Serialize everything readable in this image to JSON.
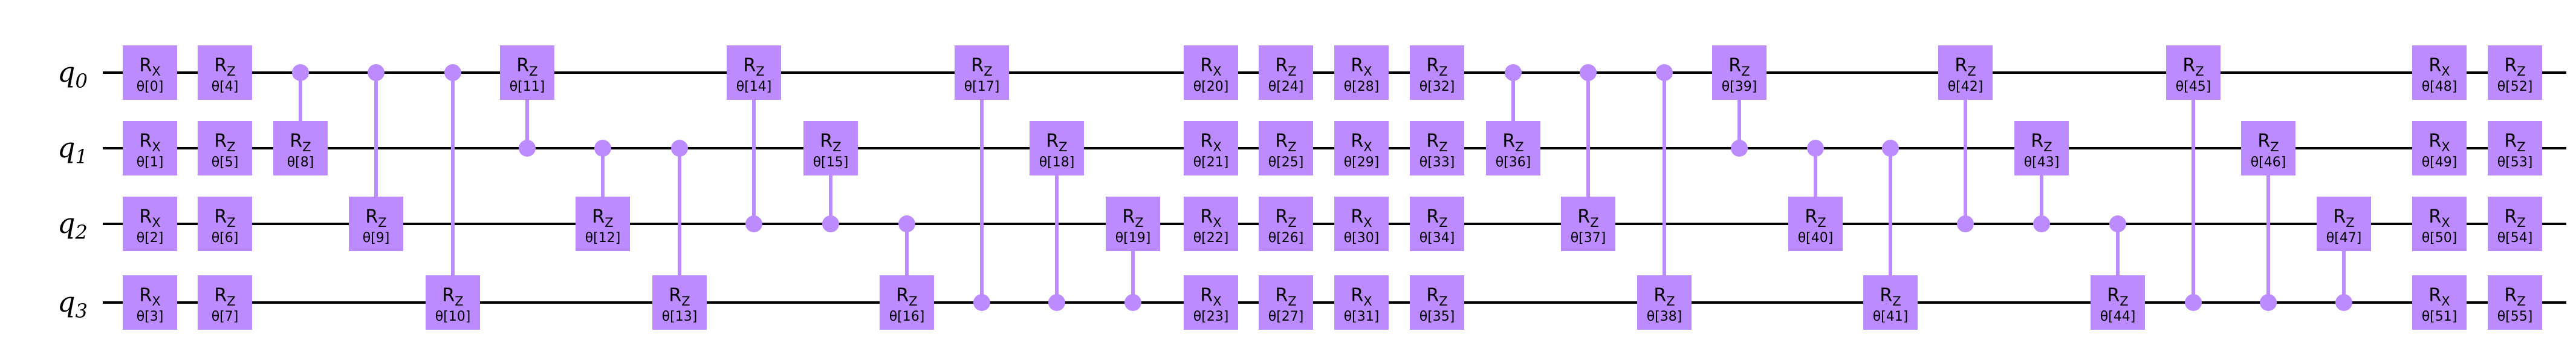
{
  "circuit": {
    "gate_color": "#bb8bff",
    "gate_edge_color": "#bb8bff",
    "control_color": "#bb8bff",
    "wire_color": "#000000",
    "text_color": "#000000",
    "background": "#ffffff",
    "qubits": [
      {
        "base": "q",
        "index": "0"
      },
      {
        "base": "q",
        "index": "1"
      },
      {
        "base": "q",
        "index": "2"
      },
      {
        "base": "q",
        "index": "3"
      }
    ],
    "layers": [
      [
        {
          "t": "rx",
          "q": 0,
          "p": "θ[0]"
        },
        {
          "t": "rx",
          "q": 1,
          "p": "θ[1]"
        },
        {
          "t": "rx",
          "q": 2,
          "p": "θ[2]"
        },
        {
          "t": "rx",
          "q": 3,
          "p": "θ[3]"
        }
      ],
      [
        {
          "t": "rz",
          "q": 0,
          "p": "θ[4]"
        },
        {
          "t": "rz",
          "q": 1,
          "p": "θ[5]"
        },
        {
          "t": "rz",
          "q": 2,
          "p": "θ[6]"
        },
        {
          "t": "rz",
          "q": 3,
          "p": "θ[7]"
        }
      ],
      [
        {
          "t": "crz",
          "c": 0,
          "q": 1,
          "p": "θ[8]"
        }
      ],
      [
        {
          "t": "crz",
          "c": 0,
          "q": 2,
          "p": "θ[9]"
        }
      ],
      [
        {
          "t": "crz",
          "c": 0,
          "q": 3,
          "p": "θ[10]"
        }
      ],
      [
        {
          "t": "crz",
          "c": 1,
          "q": 0,
          "p": "θ[11]"
        }
      ],
      [
        {
          "t": "crz",
          "c": 1,
          "q": 2,
          "p": "θ[12]"
        }
      ],
      [
        {
          "t": "crz",
          "c": 1,
          "q": 3,
          "p": "θ[13]"
        }
      ],
      [
        {
          "t": "crz",
          "c": 2,
          "q": 0,
          "p": "θ[14]"
        }
      ],
      [
        {
          "t": "crz",
          "c": 2,
          "q": 1,
          "p": "θ[15]"
        }
      ],
      [
        {
          "t": "crz",
          "c": 2,
          "q": 3,
          "p": "θ[16]"
        }
      ],
      [
        {
          "t": "crz",
          "c": 3,
          "q": 0,
          "p": "θ[17]"
        }
      ],
      [
        {
          "t": "crz",
          "c": 3,
          "q": 1,
          "p": "θ[18]"
        }
      ],
      [
        {
          "t": "crz",
          "c": 3,
          "q": 2,
          "p": "θ[19]"
        }
      ],
      [
        {
          "t": "rx",
          "q": 0,
          "p": "θ[20]"
        },
        {
          "t": "rx",
          "q": 1,
          "p": "θ[21]"
        },
        {
          "t": "rx",
          "q": 2,
          "p": "θ[22]"
        },
        {
          "t": "rx",
          "q": 3,
          "p": "θ[23]"
        }
      ],
      [
        {
          "t": "rz",
          "q": 0,
          "p": "θ[24]"
        },
        {
          "t": "rz",
          "q": 1,
          "p": "θ[25]"
        },
        {
          "t": "rz",
          "q": 2,
          "p": "θ[26]"
        },
        {
          "t": "rz",
          "q": 3,
          "p": "θ[27]"
        }
      ],
      [
        {
          "t": "rx",
          "q": 0,
          "p": "θ[28]"
        },
        {
          "t": "rx",
          "q": 1,
          "p": "θ[29]"
        },
        {
          "t": "rx",
          "q": 2,
          "p": "θ[30]"
        },
        {
          "t": "rx",
          "q": 3,
          "p": "θ[31]"
        }
      ],
      [
        {
          "t": "rz",
          "q": 0,
          "p": "θ[32]"
        },
        {
          "t": "rz",
          "q": 1,
          "p": "θ[33]"
        },
        {
          "t": "rz",
          "q": 2,
          "p": "θ[34]"
        },
        {
          "t": "rz",
          "q": 3,
          "p": "θ[35]"
        }
      ],
      [
        {
          "t": "crz",
          "c": 0,
          "q": 1,
          "p": "θ[36]"
        }
      ],
      [
        {
          "t": "crz",
          "c": 0,
          "q": 2,
          "p": "θ[37]"
        }
      ],
      [
        {
          "t": "crz",
          "c": 0,
          "q": 3,
          "p": "θ[38]"
        }
      ],
      [
        {
          "t": "crz",
          "c": 1,
          "q": 0,
          "p": "θ[39]"
        }
      ],
      [
        {
          "t": "crz",
          "c": 1,
          "q": 2,
          "p": "θ[40]"
        }
      ],
      [
        {
          "t": "crz",
          "c": 1,
          "q": 3,
          "p": "θ[41]"
        }
      ],
      [
        {
          "t": "crz",
          "c": 2,
          "q": 0,
          "p": "θ[42]"
        }
      ],
      [
        {
          "t": "crz",
          "c": 2,
          "q": 1,
          "p": "θ[43]"
        }
      ],
      [
        {
          "t": "crz",
          "c": 2,
          "q": 3,
          "p": "θ[44]"
        }
      ],
      [
        {
          "t": "crz",
          "c": 3,
          "q": 0,
          "p": "θ[45]"
        }
      ],
      [
        {
          "t": "crz",
          "c": 3,
          "q": 1,
          "p": "θ[46]"
        }
      ],
      [
        {
          "t": "crz",
          "c": 3,
          "q": 2,
          "p": "θ[47]"
        }
      ],
      [
        {
          "t": "rx",
          "q": 0,
          "p": "θ[48]"
        },
        {
          "t": "rx",
          "q": 1,
          "p": "θ[49]"
        },
        {
          "t": "rx",
          "q": 2,
          "p": "θ[50]"
        },
        {
          "t": "rx",
          "q": 3,
          "p": "θ[51]"
        }
      ],
      [
        {
          "t": "rz",
          "q": 0,
          "p": "θ[52]"
        },
        {
          "t": "rz",
          "q": 1,
          "p": "θ[53]"
        },
        {
          "t": "rz",
          "q": 2,
          "p": "θ[54]"
        },
        {
          "t": "rz",
          "q": 3,
          "p": "θ[55]"
        }
      ]
    ],
    "gate_labels": {
      "rx": {
        "main": "R",
        "sub": "X"
      },
      "rz": {
        "main": "R",
        "sub": "Z"
      },
      "crz": {
        "main": "R",
        "sub": "Z"
      }
    }
  }
}
